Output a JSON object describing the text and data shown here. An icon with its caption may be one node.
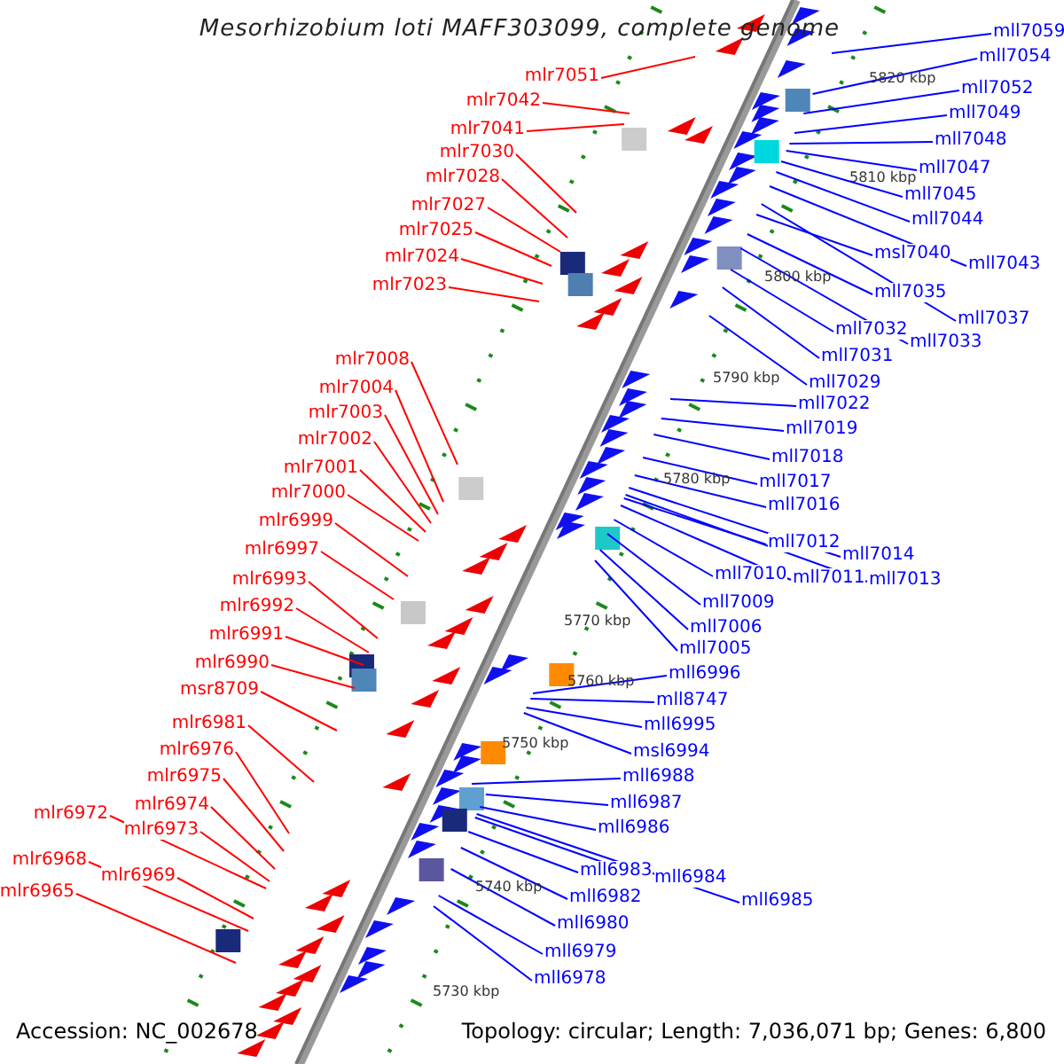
{
  "diagram": {
    "title": "Mesorhizobium loti MAFF303099, complete genome",
    "nodes": [
      {
        "text": [
          "mlr7051"
        ]
      },
      {
        "text": [
          "mlr7042"
        ]
      },
      {
        "text": [
          "mlr7041"
        ]
      },
      {
        "text": [
          "mlr7030"
        ]
      },
      {
        "text": [
          "mlr7028"
        ]
      },
      {
        "text": [
          "mlr7027"
        ]
      },
      {
        "text": [
          "mlr7025"
        ]
      },
      {
        "text": [
          "mlr7024"
        ]
      },
      {
        "text": [
          "mlr7023"
        ]
      },
      {
        "text": [
          "mlr7008"
        ]
      },
      {
        "text": [
          "mlr7004"
        ]
      },
      {
        "text": [
          "mlr7003"
        ]
      },
      {
        "text": [
          "mlr7002"
        ]
      },
      {
        "text": [
          "mlr7001"
        ]
      },
      {
        "text": [
          "mlr7000"
        ]
      },
      {
        "text": [
          "mlr6999"
        ]
      },
      {
        "text": [
          "mlr6997"
        ]
      },
      {
        "text": [
          "mlr6993"
        ]
      },
      {
        "text": [
          "mlr6992"
        ]
      },
      {
        "text": [
          "mlr6991"
        ]
      },
      {
        "text": [
          "mlr6990"
        ]
      },
      {
        "text": [
          "msr8709"
        ]
      },
      {
        "text": [
          "mlr6981"
        ]
      },
      {
        "text": [
          "mlr6976"
        ]
      },
      {
        "text": [
          "mlr6975"
        ]
      },
      {
        "text": [
          "mlr6974"
        ]
      },
      {
        "text": [
          "mlr6973"
        ]
      },
      {
        "text": [
          "mlr6972"
        ]
      },
      {
        "text": [
          "mlr6969"
        ]
      },
      {
        "text": [
          "mlr6968"
        ]
      },
      {
        "text": [
          "mlr6965"
        ]
      },
      {
        "text": [
          "mll7059"
        ]
      },
      {
        "text": [
          "mll7054"
        ]
      },
      {
        "text": [
          "mll7052"
        ]
      },
      {
        "text": [
          "mll7049"
        ]
      },
      {
        "text": [
          "mll7048"
        ]
      },
      {
        "text": [
          "mll7047"
        ]
      },
      {
        "text": [
          "mll7045"
        ]
      },
      {
        "text": [
          "mll7044"
        ]
      },
      {
        "text": [
          "msl7040"
        ]
      },
      {
        "text": [
          "mll7043"
        ]
      },
      {
        "text": [
          "mll7035"
        ]
      },
      {
        "text": [
          "mll7037"
        ]
      },
      {
        "text": [
          "mll7032"
        ]
      },
      {
        "text": [
          "mll7033"
        ]
      },
      {
        "text": [
          "mll7031"
        ]
      },
      {
        "text": [
          "mll7029"
        ]
      },
      {
        "text": [
          "mll7022"
        ]
      },
      {
        "text": [
          "mll7019"
        ]
      },
      {
        "text": [
          "mll7018"
        ]
      },
      {
        "text": [
          "mll7017"
        ]
      },
      {
        "text": [
          "mll7016"
        ]
      },
      {
        "text": [
          "mll7012"
        ]
      },
      {
        "text": [
          "mll7014"
        ]
      },
      {
        "text": [
          "mll7010"
        ]
      },
      {
        "text": [
          "mll7011"
        ]
      },
      {
        "text": [
          "mll7013"
        ]
      },
      {
        "text": [
          "mll7009"
        ]
      },
      {
        "text": [
          "mll7006"
        ]
      },
      {
        "text": [
          "mll7005"
        ]
      },
      {
        "text": [
          "mll6996"
        ]
      },
      {
        "text": [
          "mll8747"
        ]
      },
      {
        "text": [
          "mll6995"
        ]
      },
      {
        "text": [
          "msl6994"
        ]
      },
      {
        "text": [
          "mll6988"
        ]
      },
      {
        "text": [
          "mll6987"
        ]
      },
      {
        "text": [
          "mll6986"
        ]
      },
      {
        "text": [
          "mll6983"
        ]
      },
      {
        "text": [
          "mll6984"
        ]
      },
      {
        "text": [
          "mll6985"
        ]
      },
      {
        "text": [
          "mll6982"
        ]
      },
      {
        "text": [
          "mll6980"
        ]
      },
      {
        "text": [
          "mll6979"
        ]
      },
      {
        "text": [
          "mll6978"
        ]
      }
    ],
    "edges": [
      {
        "from": 0,
        "to": null,
        "arrow": "none",
        "color": "#ff0000"
      },
      {
        "from": 1,
        "to": null,
        "arrow": "none",
        "color": "#ff0000"
      },
      {
        "from": 2,
        "to": null,
        "arrow": "none",
        "color": "#ff0000"
      },
      {
        "from": 3,
        "to": null,
        "arrow": "none",
        "color": "#ff0000"
      },
      {
        "from": 4,
        "to": null,
        "arrow": "none",
        "color": "#ff0000"
      },
      {
        "from": 5,
        "to": null,
        "arrow": "none",
        "color": "#ff0000"
      },
      {
        "from": 6,
        "to": null,
        "arrow": "none",
        "color": "#ff0000"
      },
      {
        "from": 7,
        "to": null,
        "arrow": "none",
        "color": "#ff0000"
      },
      {
        "from": 8,
        "to": null,
        "arrow": "none",
        "color": "#ff0000"
      },
      {
        "from": 9,
        "to": null,
        "arrow": "none",
        "color": "#ff0000"
      },
      {
        "from": 10,
        "to": null,
        "arrow": "none",
        "color": "#ff0000"
      },
      {
        "from": 11,
        "to": null,
        "arrow": "none",
        "color": "#ff0000"
      },
      {
        "from": 12,
        "to": null,
        "arrow": "none",
        "color": "#ff0000"
      },
      {
        "from": 13,
        "to": null,
        "arrow": "none",
        "color": "#ff0000"
      },
      {
        "from": 14,
        "to": null,
        "arrow": "none",
        "color": "#ff0000"
      },
      {
        "from": 15,
        "to": null,
        "arrow": "none",
        "color": "#ff0000"
      },
      {
        "from": 16,
        "to": null,
        "arrow": "none",
        "color": "#ff0000"
      },
      {
        "from": 17,
        "to": null,
        "arrow": "none",
        "color": "#ff0000"
      },
      {
        "from": 18,
        "to": null,
        "arrow": "none",
        "color": "#ff0000"
      },
      {
        "from": 19,
        "to": null,
        "arrow": "none",
        "color": "#ff0000"
      },
      {
        "from": 20,
        "to": null,
        "arrow": "none",
        "color": "#ff0000"
      },
      {
        "from": 21,
        "to": null,
        "arrow": "none",
        "color": "#ff0000"
      },
      {
        "from": 22,
        "to": null,
        "arrow": "none",
        "color": "#ff0000"
      },
      {
        "from": 23,
        "to": null,
        "arrow": "none",
        "color": "#ff0000"
      },
      {
        "from": 24,
        "to": null,
        "arrow": "none",
        "color": "#ff0000"
      },
      {
        "from": 25,
        "to": null,
        "arrow": "none",
        "color": "#ff0000"
      },
      {
        "from": 26,
        "to": null,
        "arrow": "none",
        "color": "#ff0000"
      },
      {
        "from": 27,
        "to": null,
        "arrow": "none",
        "color": "#ff0000"
      },
      {
        "from": 28,
        "to": null,
        "arrow": "none",
        "color": "#ff0000"
      },
      {
        "from": 29,
        "to": null,
        "arrow": "none",
        "color": "#ff0000"
      },
      {
        "from": 30,
        "to": null,
        "arrow": "none",
        "color": "#ff0000"
      },
      {
        "from": 31,
        "to": null,
        "arrow": "none"
      },
      {
        "from": 32,
        "to": null,
        "arrow": "none"
      },
      {
        "from": 33,
        "to": null,
        "arrow": "none"
      },
      {
        "from": 34,
        "to": null,
        "arrow": "none"
      },
      {
        "from": 35,
        "to": null,
        "arrow": "none"
      },
      {
        "from": 36,
        "to": null,
        "arrow": "none"
      },
      {
        "from": 37,
        "to": null,
        "arrow": "none"
      },
      {
        "from": 38,
        "to": null,
        "arrow": "none"
      },
      {
        "from": 39,
        "to": null,
        "arrow": "none"
      },
      {
        "from": 40,
        "to": null,
        "arrow": "none"
      },
      {
        "from": 41,
        "to": null,
        "arrow": "none"
      },
      {
        "from": 42,
        "to": null,
        "arrow": "none"
      },
      {
        "from": 43,
        "to": null,
        "arrow": "none"
      },
      {
        "from": 44,
        "to": null,
        "arrow": "none"
      },
      {
        "from": 45,
        "to": null,
        "arrow": "none"
      },
      {
        "from": 46,
        "to": null,
        "arrow": "none"
      },
      {
        "from": 47,
        "to": null,
        "arrow": "none"
      },
      {
        "from": 48,
        "to": null,
        "arrow": "none"
      },
      {
        "from": 49,
        "to": null,
        "arrow": "none"
      },
      {
        "from": 50,
        "to": null,
        "arrow": "none"
      },
      {
        "from": 51,
        "to": null,
        "arrow": "none"
      },
      {
        "from": 52,
        "to": null,
        "arrow": "none"
      },
      {
        "from": 53,
        "to": null,
        "arrow": "none"
      },
      {
        "from": 54,
        "to": null,
        "arrow": "none"
      },
      {
        "from": 55,
        "to": null,
        "arrow": "none"
      },
      {
        "from": 56,
        "to": null,
        "arrow": "none"
      },
      {
        "from": 57,
        "to": null,
        "arrow": "none"
      },
      {
        "from": 58,
        "to": null,
        "arrow": "none"
      },
      {
        "from": 59,
        "to": null,
        "arrow": "none"
      },
      {
        "from": 60,
        "to": null,
        "arrow": "none"
      },
      {
        "from": 61,
        "to": null,
        "arrow": "none"
      },
      {
        "from": 62,
        "to": null,
        "arrow": "none"
      },
      {
        "from": 63,
        "to": null,
        "arrow": "none"
      },
      {
        "from": 64,
        "to": null,
        "arrow": "none"
      },
      {
        "from": 65,
        "to": null,
        "arrow": "none"
      },
      {
        "from": 66,
        "to": null,
        "arrow": "none"
      },
      {
        "from": 67,
        "to": null,
        "arrow": "none"
      },
      {
        "from": 68,
        "to": null,
        "arrow": "none"
      },
      {
        "from": 69,
        "to": null,
        "arrow": "none"
      },
      {
        "from": 70,
        "to": null,
        "arrow": "none"
      },
      {
        "from": 71,
        "to": null,
        "arrow": "none"
      },
      {
        "from": 72,
        "to": null,
        "arrow": "none"
      },
      {
        "from": 73,
        "to": null,
        "arrow": "none"
      }
    ],
    "labels": [
      "5820 kbp",
      "5810 kbp",
      "5800 kbp",
      "5790 kbp",
      "5780 kbp",
      "5770 kbp",
      "5760 kbp",
      "5750 kbp",
      "5740 kbp",
      "5730 kbp",
      "Accession: NC_002678",
      "Topology: circular; Length: 7,036,071 bp; Genes: 6,800"
    ]
  }
}
